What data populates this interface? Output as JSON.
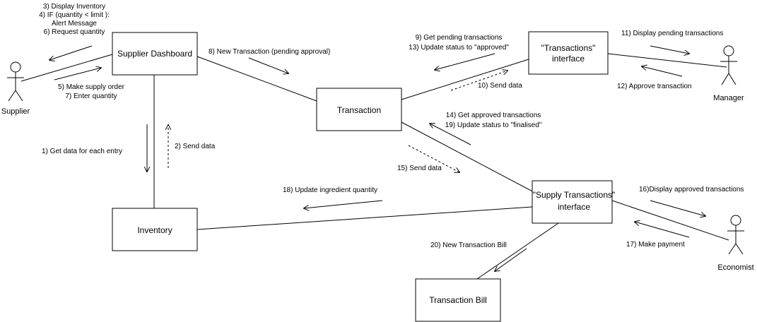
{
  "boxes": {
    "supplier_dashboard": "Supplier Dashboard",
    "transaction": "Transaction",
    "transactions_interface": [
      "\"Transactions\"",
      "interface"
    ],
    "inventory": "Inventory",
    "supply_transactions_interface": [
      "\"Supply Transactions\"",
      "interface"
    ],
    "transaction_bill": "Transaction Bill"
  },
  "actors": {
    "supplier": "Supplier",
    "manager": "Manager",
    "economist": "Economist"
  },
  "messages": {
    "m3_6": [
      "3) Display Inventory",
      "4) IF (quantity < limit ):",
      "Alert Message",
      "6) Request quantity"
    ],
    "m5_7": [
      "5) Make supply order",
      "7) Enter quantity"
    ],
    "m1": "1) Get data for each entry",
    "m2": "2) Send data",
    "m8": "8) New Transaction (pending approval)",
    "m9_13": [
      "9) Get pending transactions",
      "13) Update status to \"approved\""
    ],
    "m10": "10) Send data",
    "m11": "11) Display pending transactions",
    "m12": "12) Approve transaction",
    "m14_19": [
      "14) Get approved transactions",
      "19) Update status to \"finalised\""
    ],
    "m15": "15) Send data",
    "m16": "16)Display approved transactions",
    "m17": "17) Make payment",
    "m18": "18) Update ingredient quantity",
    "m20": "20) New Transaction Bill"
  }
}
